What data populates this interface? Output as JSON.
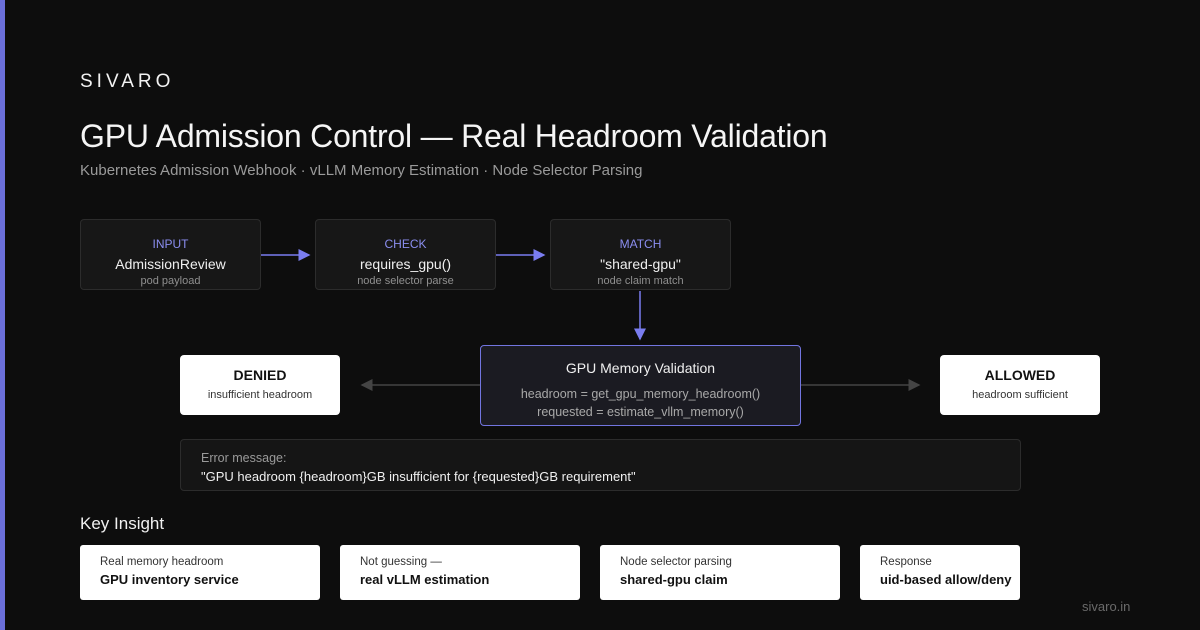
{
  "brand": "SIVARO",
  "title": "GPU Admission Control — Real Headroom Validation",
  "subtitle": "Kubernetes Admission Webhook · vLLM Memory Estimation · Node Selector Parsing",
  "steps": [
    {
      "kind": "INPUT",
      "main": "AdmissionReview",
      "sub": "pod payload"
    },
    {
      "kind": "CHECK",
      "main": "requires_gpu()",
      "sub": "node selector parse"
    },
    {
      "kind": "MATCH",
      "main": "\"shared-gpu\"",
      "sub": "node claim match"
    }
  ],
  "validation": {
    "title": "GPU Memory Validation",
    "line1": "headroom = get_gpu_memory_headroom()",
    "line2": "requested = estimate_vllm_memory()"
  },
  "denied": {
    "title": "DENIED",
    "sub": "insufficient headroom"
  },
  "allowed": {
    "title": "ALLOWED",
    "sub": "headroom sufficient"
  },
  "error": {
    "label": "Error message:",
    "message": "\"GPU headroom {headroom}GB insufficient for {requested}GB requirement\""
  },
  "insight": {
    "title": "Key Insight",
    "cards": [
      {
        "label": "Real memory headroom",
        "value": "GPU inventory service"
      },
      {
        "label": "Not guessing —",
        "value": "real vLLM estimation"
      },
      {
        "label": "Node selector parsing",
        "value": "shared-gpu claim"
      },
      {
        "label": "Response",
        "value": "uid-based allow/deny"
      }
    ]
  },
  "footer": "sivaro.in",
  "colors": {
    "accent": "#6b6fd9",
    "step_kind": "#8b8ef0",
    "background": "#0d0d0d"
  }
}
